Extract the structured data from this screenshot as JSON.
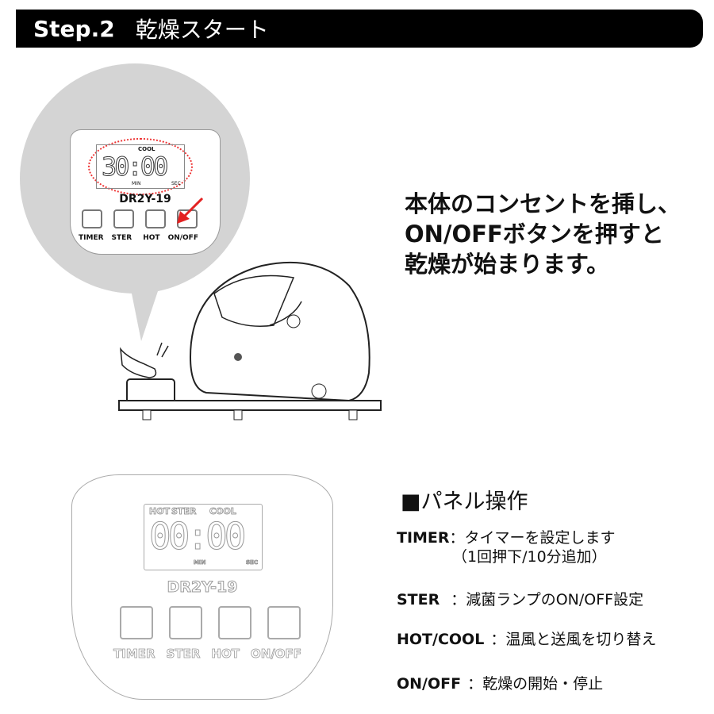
{
  "header": {
    "step": "Step.2",
    "title": "乾燥スタート"
  },
  "top_panel": {
    "mode": "COOL",
    "display": "30:00",
    "min": "MIN",
    "sec": "SEC",
    "model": "DR2Y-19",
    "buttons": [
      "TIMER",
      "STER",
      "HOT",
      "ON/OFF"
    ]
  },
  "instruction": [
    "本体のコンセントを挿し、",
    "ON/OFFボタンを押すと",
    "乾燥が始まります。"
  ],
  "bottom_panel": {
    "labels": [
      "HOT",
      "STER",
      "COOL"
    ],
    "display": "00:00",
    "min": "MIN",
    "sec": "SEC",
    "model": "DR2Y-19",
    "buttons": [
      "TIMER",
      "STER",
      "HOT",
      "ON/OFF"
    ]
  },
  "panel_ops": {
    "title": "■パネル操作",
    "items": [
      {
        "key": "TIMER",
        "desc": "：タイマーを設定します",
        "sub": "（1回押下/10分追加）"
      },
      {
        "key": "STER",
        "desc": "：減菌ランプのON/OFF設定"
      },
      {
        "key": "HOT/COOL",
        "desc": "：温風と送風を切り替え"
      },
      {
        "key": "ON/OFF",
        "desc": "：乾燥の開始・停止"
      }
    ]
  },
  "colors": {
    "accent": "#e32222",
    "header_bg": "#000000",
    "bubble": "#d4d4d4"
  }
}
